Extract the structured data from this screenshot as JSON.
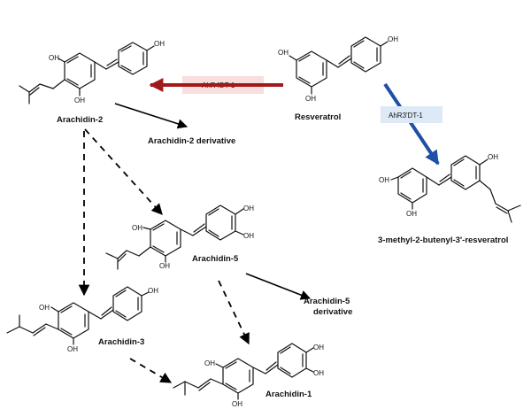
{
  "compounds": {
    "resveratrol": "Resveratrol",
    "arachidin2": "Arachidin-2",
    "arachidin2_derivative": "Arachidin-2 derivative",
    "arachidin5": "Arachidin-5",
    "arachidin5_derivative_line1": "Arachidin-5",
    "arachidin5_derivative_line2": "derivative",
    "arachidin3": "Arachidin-3",
    "arachidin1": "Arachidin-1",
    "methylbutenyl_resveratrol": "3-methyl-2-butenyl-3'-resveratrol"
  },
  "enzymes": {
    "ahr4dt1": "AhR4DT-1",
    "ahr3dt1": "AhR3'DT-1"
  },
  "atom_label": "OH",
  "colors": {
    "ahr4dt1_box": "#f9dede",
    "ahr4dt1_arrow": "#a01a1a",
    "ahr3dt1_box": "#dde9f7",
    "ahr3dt1_arrow": "#1f4fa6"
  }
}
